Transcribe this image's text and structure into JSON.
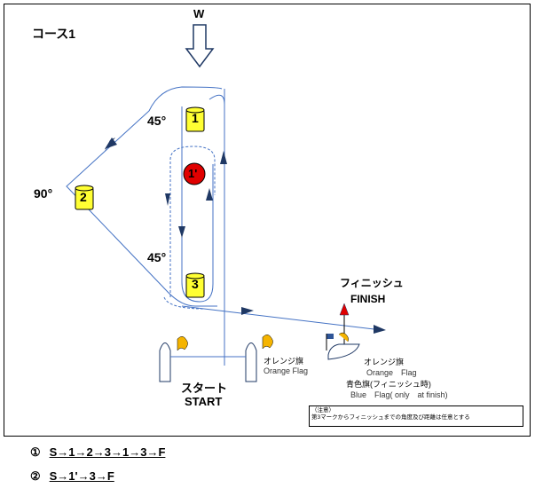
{
  "title": "コース1",
  "wind": "W",
  "angles": {
    "top": "45°",
    "left": "90°",
    "bottom": "45°"
  },
  "marks": [
    {
      "id": "mark-1",
      "label": "1",
      "color": "#ffff33"
    },
    {
      "id": "mark-1prime",
      "label": "1'",
      "color": "#e00000"
    },
    {
      "id": "mark-2",
      "label": "2",
      "color": "#ffff33"
    },
    {
      "id": "mark-3",
      "label": "3",
      "color": "#ffff33"
    }
  ],
  "finish": {
    "jp": "フィニッシュ",
    "en": "FINISH"
  },
  "start": {
    "jp": "スタート",
    "en": "START"
  },
  "orange_flag": {
    "jp": "オレンジ旗",
    "en": "Orange Flag"
  },
  "orange_flag_finish": {
    "jp": "オレンジ旗",
    "en": "Orange　Flag"
  },
  "blue_flag": {
    "jp": "青色旗(フィニッシュ時)",
    "en": "Blue　Flag( only　at finish)"
  },
  "note": {
    "line1": "（注意）",
    "line2": "第3マークからフィニッシュまでの角度及び距離は任意とする"
  },
  "routes": [
    {
      "num": "①",
      "seq": "S→1→2→3→1→3→F"
    },
    {
      "num": "②",
      "seq": "S→1'→3→F"
    }
  ]
}
